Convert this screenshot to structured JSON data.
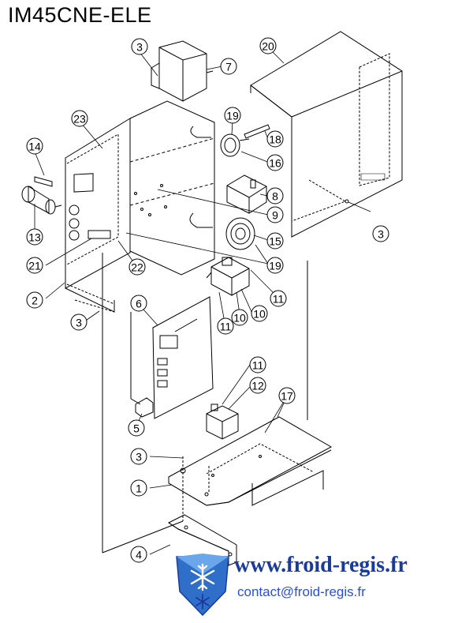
{
  "title": "IM45CNE-ELE",
  "callouts": [
    "3",
    "7",
    "20",
    "19",
    "18",
    "23",
    "14",
    "16",
    "8",
    "13",
    "9",
    "3",
    "15",
    "21",
    "22",
    "19",
    "2",
    "11",
    "3",
    "10",
    "6",
    "11",
    "10",
    "11",
    "12",
    "17",
    "5",
    "3",
    "1",
    "4"
  ],
  "footer": {
    "url": "www.froid-regis.fr",
    "email": "contact@froid-regis.fr"
  },
  "colors": {
    "url": "#1a3a9c",
    "email": "#2a4fd6",
    "logo_blue": "#2f6fc9"
  }
}
